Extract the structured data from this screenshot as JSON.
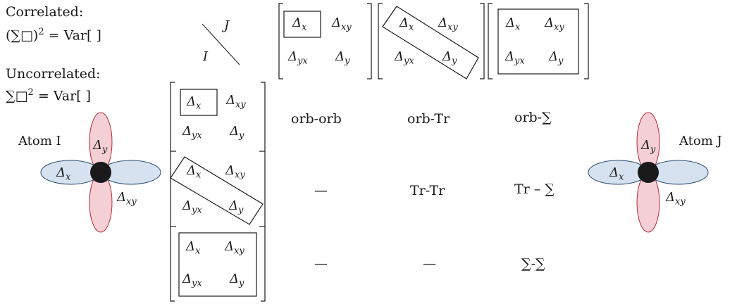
{
  "legend": {
    "correlated_label": "Correlated:",
    "correlated_formula_lhs": "(∑□)",
    "correlated_exp": "2",
    "correlated_formula_rhs": " = Var[ ]",
    "uncorrelated_label": "Uncorrelated:",
    "uncorrelated_formula_lhs": "∑□",
    "uncorrelated_exp": "2",
    "uncorrelated_formula_rhs": " = Var[ ]"
  },
  "axes": {
    "i_label": "I",
    "j_label": "J"
  },
  "matrix": {
    "dx": "Δ",
    "dx_sub": "x",
    "dxy": "Δ",
    "dxy_sub": "xy",
    "dyx": "Δ",
    "dyx_sub": "yx",
    "dy": "Δ",
    "dy_sub": "y"
  },
  "table": {
    "row1": [
      "orb-orb",
      "orb-Tr",
      "orb-∑"
    ],
    "row2": [
      "—",
      "Tr-Tr",
      "Tr – ∑"
    ],
    "row3": [
      "—",
      "—",
      "∑-∑"
    ]
  },
  "atoms": {
    "left_label": "Atom I",
    "right_label": "Atom J"
  },
  "colors": {
    "orbital_red_fill": "#f4cfd5",
    "orbital_red_stroke": "#b52b3a",
    "orbital_blue_fill": "#d6e2ef",
    "orbital_blue_stroke": "#2d4f72",
    "nucleus": "#1a1a1a"
  }
}
